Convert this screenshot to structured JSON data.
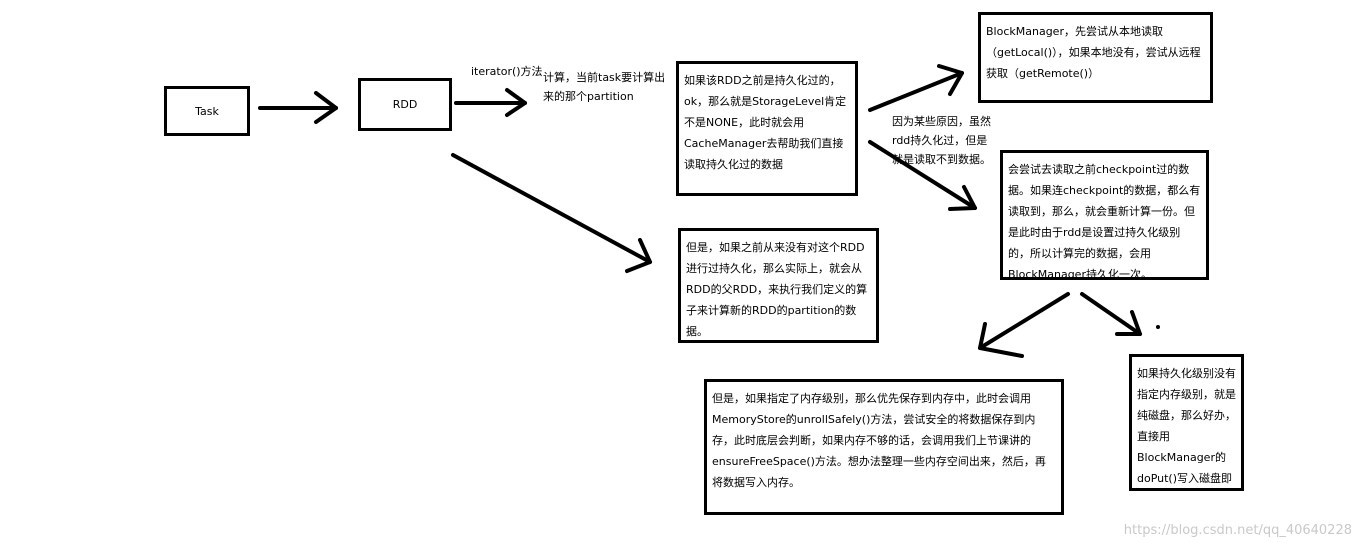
{
  "nodes": {
    "task": "Task",
    "rdd": "RDD",
    "persisted": "如果该RDD之前是持久化过的，ok，那么就是StorageLevel肯定不是NONE，此时就会用CacheManager去帮助我们直接读取持久化过的数据",
    "block_manager": "BlockManager，先尝试从本地读取（getLocal()），如果本地没有，尝试从远程获取（getRemote()）",
    "checkpoint": "会尝试去读取之前checkpoint过的数据。如果连checkpoint的数据，都么有读取到，那么，就会重新计算一份。但是此时由于rdd是设置过持久化级别的，所以计算完的数据，会用BlockManager持久化一次。",
    "not_persisted": "但是，如果之前从来没有对这个RDD进行过持久化，那么实际上，就会从RDD的父RDD，来执行我们定义的算子来计算新的RDD的partition的数据。",
    "memory_level": "但是，如果指定了内存级别，那么优先保存到内存中，此时会调用MemoryStore的unrollSafely()方法，尝试安全的将数据保存到内存，此时底层会判断，如果内存不够的话，会调用我们上节课讲的ensureFreeSpace()方法。想办法整理一些内存空间出来，然后，再将数据写入内存。",
    "disk_level": "如果持久化级别没有指定内存级别，就是纯磁盘，那么好办，直接用BlockManager的doPut()写入磁盘即可"
  },
  "labels": {
    "iterator": "iterator()方法",
    "compute": "计算，当前task要计算出来的那个partition",
    "reason": "因为某些原因，虽然rdd持久化过，但是就是读取不到数据。"
  },
  "watermark": "https://blog.csdn.net/qq_40640228"
}
